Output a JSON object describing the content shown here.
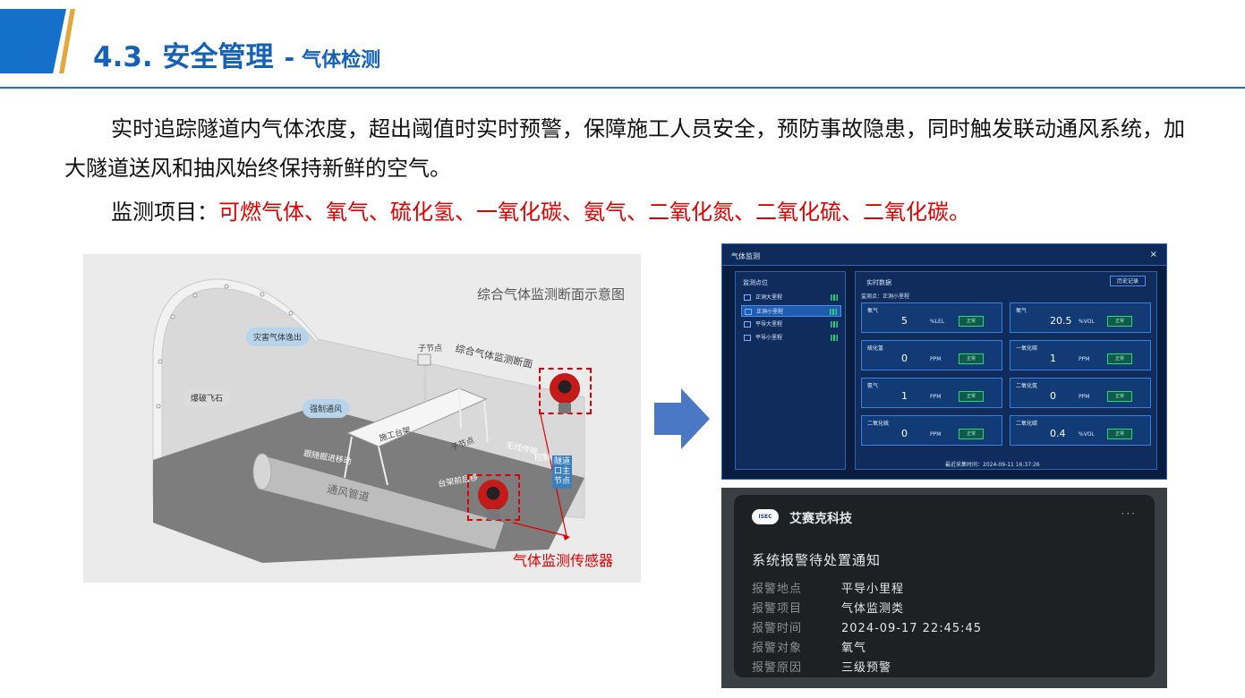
{
  "header": {
    "title": "4.3. 安全管理",
    "separator": "-",
    "subtitle": "气体检测"
  },
  "body": {
    "para1": "实时追踪隧道内气体浓度，超出阈值时实时预警，保障施工人员安全，预防事故隐患，同时触发联动通风系统，加大隧道送风和抽风始终保持新鲜的空气。",
    "para2_prefix": "监测项目：",
    "para2_items": "可燃气体、氧气、硫化氢、一氧化碳、氨气、二氧化氮、二氧化硫、二氧化碳。"
  },
  "diagram": {
    "title": "综合气体监测断面示意图",
    "labels": {
      "hazard_escape": "灾害气体逸出",
      "blast_rock": "爆破飞石",
      "forced_vent": "强制通风",
      "sub_node_top": "子节点",
      "section": "综合气体监测断面",
      "work_table": "施工台架",
      "sub_node_mid": "子节点",
      "follow_move": "跟随掘进移动",
      "wireless": "无线传输",
      "control": "控制",
      "tunnel_node": "隧道口主节点",
      "table_front": "台架前后移",
      "vent_pipe": "通风管道"
    },
    "sensor_label": "气体监测传感器"
  },
  "dashboard": {
    "title": "气体监测",
    "close": "×",
    "left_head": "监测点位",
    "points": [
      "正洞大里程",
      "正洞小里程",
      "平导大里程",
      "平导小里程"
    ],
    "active_index": 1,
    "right_head": "实时数据",
    "history_btn": "历史记录",
    "current_point": "监测点：正洞小里程",
    "gases": [
      {
        "name": "氧气",
        "value": "5",
        "unit": "%LEL",
        "status": "正常"
      },
      {
        "name": "氧气",
        "value": "20.5",
        "unit": "%VOL",
        "status": "正常"
      },
      {
        "name": "硫化氢",
        "value": "0",
        "unit": "PPM",
        "status": "正常"
      },
      {
        "name": "一氧化碳",
        "value": "1",
        "unit": "PPM",
        "status": "正常"
      },
      {
        "name": "氨气",
        "value": "1",
        "unit": "PPM",
        "status": "正常"
      },
      {
        "name": "二氧化氮",
        "value": "0",
        "unit": "PPM",
        "status": "正常"
      },
      {
        "name": "二氧化硫",
        "value": "0",
        "unit": "PPM",
        "status": "正常"
      },
      {
        "name": "二氧化碳",
        "value": "0.4",
        "unit": "%VOL",
        "status": "正常"
      }
    ],
    "footer": "最近采集时间：2024-09-11 16:37:26"
  },
  "notification": {
    "logo": "ISEC",
    "app": "艾赛克科技",
    "more": "···",
    "title": "系统报警待处置通知",
    "rows": [
      {
        "k": "报警地点",
        "v": "平导小里程"
      },
      {
        "k": "报警项目",
        "v": "气体监测类"
      },
      {
        "k": "报警时间",
        "v": "2024-09-17 22:45:45"
      },
      {
        "k": "报警对象",
        "v": "氧气"
      },
      {
        "k": "报警原因",
        "v": "三级预警"
      }
    ]
  },
  "colors": {
    "brand_blue": "#1562b5",
    "accent_gold": "#e0a93a",
    "alert_red": "#e00000"
  }
}
